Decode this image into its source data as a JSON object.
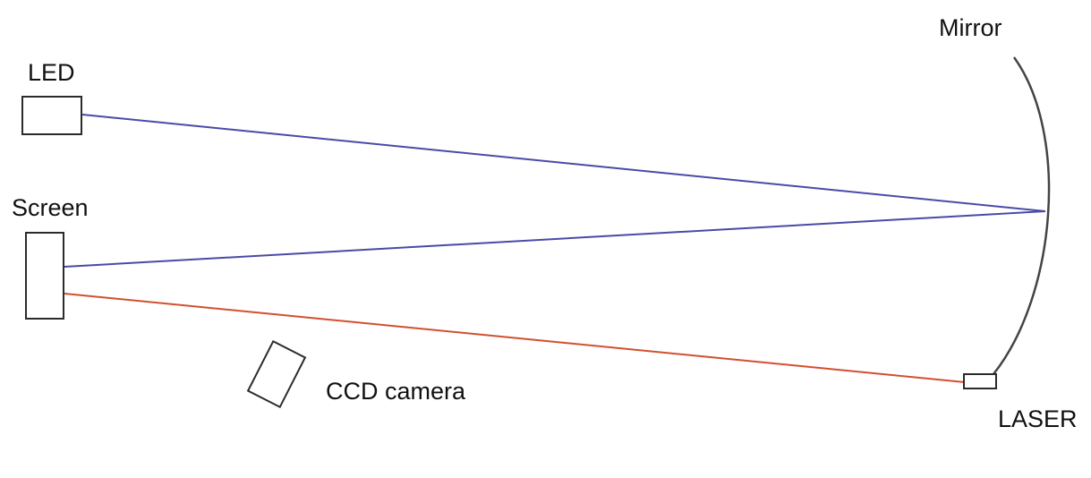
{
  "labels": {
    "led": "LED",
    "screen": "Screen",
    "mirror": "Mirror",
    "ccd_camera": "CCD camera",
    "laser": "LASER"
  },
  "colors": {
    "led_beam": "#4a4aa8",
    "laser_beam": "#d1502e",
    "mirror": "#444444",
    "outline": "#2b2b2b"
  }
}
